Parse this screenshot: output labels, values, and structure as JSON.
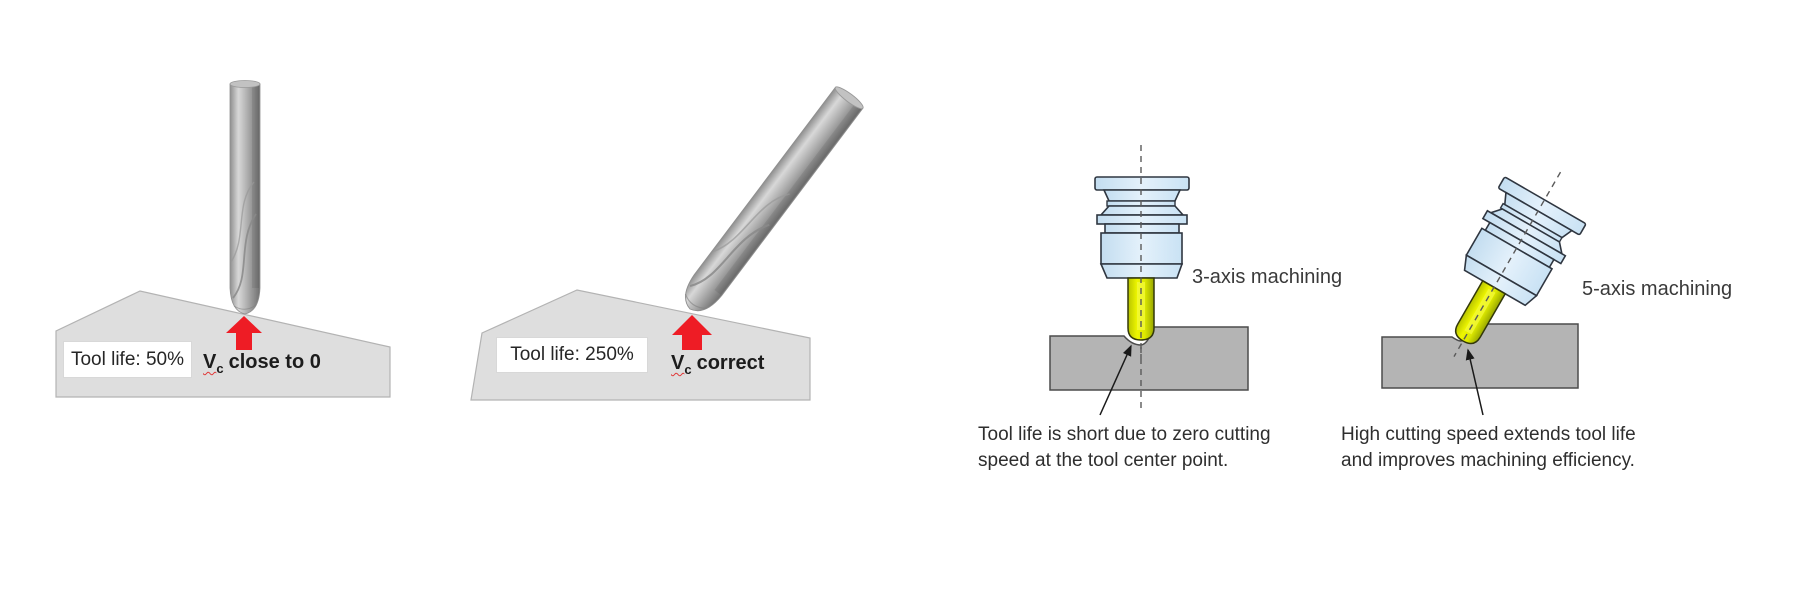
{
  "diagram": {
    "left_comparison": {
      "vertical": {
        "tool_life_label": "Tool life: 50%",
        "vc_symbol": "V",
        "vc_subscript": "c",
        "vc_text": "close to 0"
      },
      "tilted": {
        "tool_life_label": "Tool life: 250%",
        "vc_symbol": "V",
        "vc_subscript": "c",
        "vc_text": "correct"
      }
    },
    "right_comparison": {
      "three_axis": {
        "label": "3-axis machining",
        "caption_line1": "Tool life is short due to zero cutting",
        "caption_line2": "speed at the tool center point."
      },
      "five_axis": {
        "label": "5-axis machining",
        "caption_line1": "High cutting speed extends tool life",
        "caption_line2": "and improves machining efficiency."
      }
    }
  },
  "colors": {
    "arrow_red": "#ee1c25",
    "tool_gray": "#a8a8a8",
    "cutter_yellow": "#dce800",
    "holder_blue": "#d7eaf8",
    "workpiece_light": "#dedede",
    "workpiece_medium": "#b4b4b4",
    "dashed_centerline": "#5a5a5a"
  }
}
